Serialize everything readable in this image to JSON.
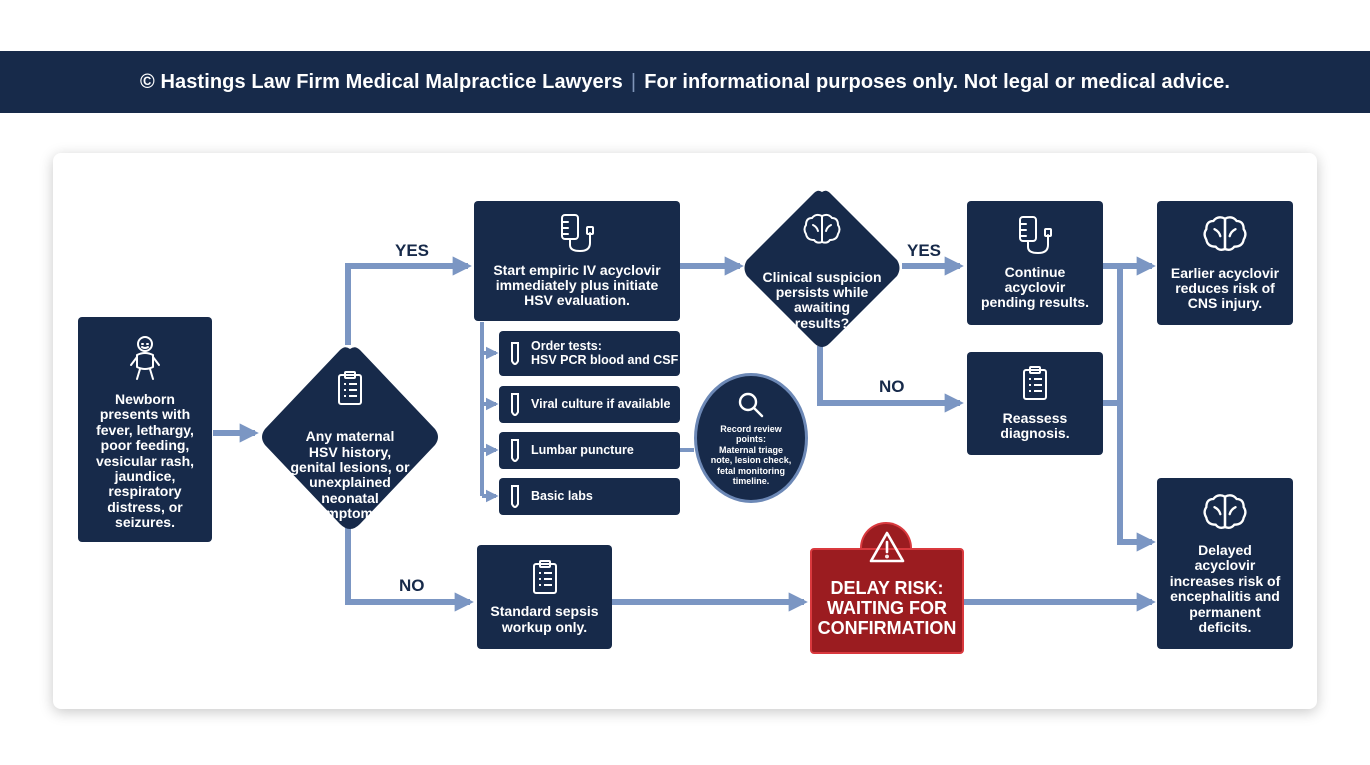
{
  "banner": {
    "left_text": "© Hastings Law Firm Medical Malpractice Lawyers",
    "separator": "|",
    "right_text": "For informational purposes only. Not legal or medical advice."
  },
  "nodes": {
    "newborn": "Newborn\npresents with\nfever, lethargy,\npoor feeding,\nvesicular rash,\njaundice,\nrespiratory\ndistress, or\nseizures.",
    "maternal_question": "Any maternal\nHSV history,\ngenital lesions, or\nunexplained\nneonatal\nsymptoms?",
    "start_acyclovir": "Start empiric IV acyclovir\nimmediately plus initiate\nHSV evaluation.",
    "tests": [
      "Order tests:\nHSV PCR blood and CSF",
      "Viral culture if available",
      "Lumbar puncture",
      "Basic labs"
    ],
    "record_review": "Record review\npoints:\nMaternal triage\nnote, lesion check,\nfetal monitoring\ntimeline.",
    "suspicion_question": "Clinical suspicion\npersists while\nawaiting\nresults?",
    "continue": "Continue\nacyclovir\npending results.",
    "reassess": "Reassess\ndiagnosis.",
    "earlier": "Earlier acyclovir\nreduces risk of\nCNS injury.",
    "sepsis": "Standard sepsis\nworkup only.",
    "delay_risk": "DELAY RISK:\nWAITING FOR\nCONFIRMATION",
    "delayed": "Delayed\nacyclovir\nincreases risk of\nencephalitis and\npermanent\ndeficits."
  },
  "labels": {
    "yes_top": "YES",
    "no_bottom": "NO",
    "yes_right": "YES",
    "no_right": "NO"
  },
  "icons": {
    "newborn": "baby-icon",
    "maternal": "clipboard-icon",
    "start": "iv-bag-icon",
    "suspicion": "brain-icon",
    "continue": "iv-bag-icon",
    "reassess": "clipboard-icon",
    "earlier": "brain-icon",
    "delayed": "brain-icon",
    "sepsis": "clipboard-icon",
    "tests": "test-tube-icon",
    "review": "magnifier-icon",
    "delay": "warning-icon"
  },
  "colors": {
    "navy": "#172a4a",
    "arrow": "#7b96c3",
    "alert_red": "#9b1c20",
    "alert_border": "#d9393e"
  }
}
